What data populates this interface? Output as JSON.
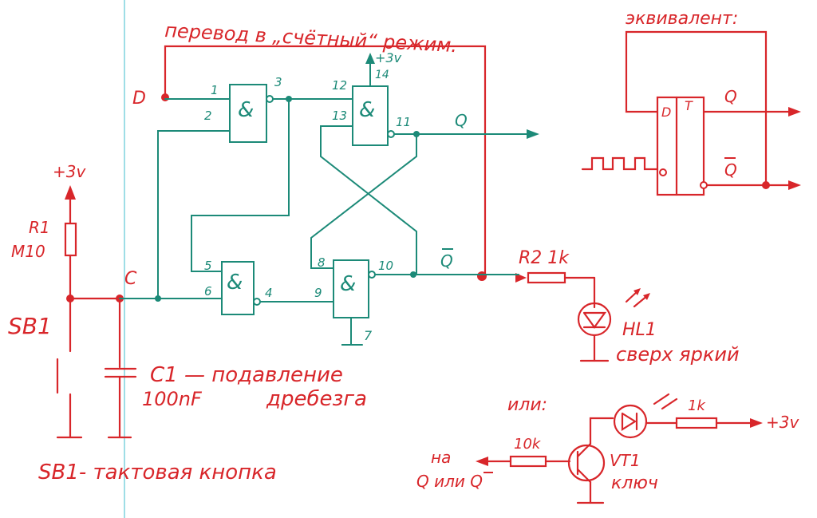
{
  "colors": {
    "red": "#d8262a",
    "teal": "#1c8a78",
    "black": "#222222",
    "margin": "#7fd3dd"
  },
  "title_top": "перевод в „счётный“ режим.",
  "equivalent_title": "эквивалент:",
  "labels": {
    "D": "D",
    "C": "C",
    "plus3v_top": "+3v",
    "pin14": "14",
    "pin7": "7",
    "Q": "Q",
    "Qbar": "Q",
    "plus3v_left": "+3v",
    "R1": "R1",
    "R1_val": "M10",
    "SB1": "SB1",
    "C1": "C1 — подавление",
    "C1_val": "100nF",
    "C1_desc2": "дребезга",
    "SB1_note": "SB1- тактовая кнопка",
    "R2": "R2 1k",
    "HL1": "HL1",
    "HL1_desc": "сверх яркий",
    "ili": "или:",
    "r10k": "10k",
    "r1k": "1k",
    "plus3v_right": "+3v",
    "na": "на",
    "q_or_qbar": "Q или Q",
    "VT1": "VT1",
    "klyuch": "ключ",
    "eq_D": "D",
    "eq_T": "T",
    "eq_Q": "Q",
    "eq_Qbar": "Q"
  },
  "gates": [
    {
      "id": "g1",
      "symbol": "&",
      "pins": [
        "1",
        "2",
        "3"
      ]
    },
    {
      "id": "g2",
      "symbol": "&",
      "pins": [
        "12",
        "13",
        "11"
      ]
    },
    {
      "id": "g3",
      "symbol": "&",
      "pins": [
        "5",
        "6",
        "4"
      ]
    },
    {
      "id": "g4",
      "symbol": "&",
      "pins": [
        "8",
        "9",
        "10"
      ]
    }
  ]
}
